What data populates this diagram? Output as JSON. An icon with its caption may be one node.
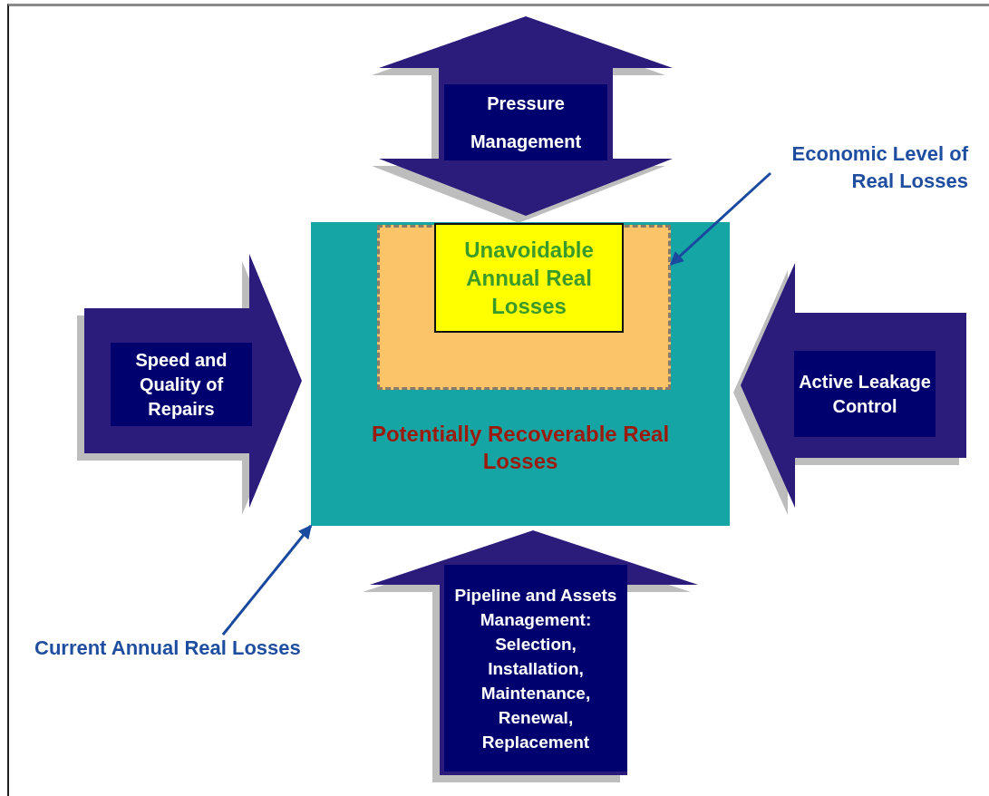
{
  "diagram": {
    "nodes": [
      {
        "text": [
          "Pressure Management"
        ]
      },
      {
        "text": [
          "Economic Level of Real Losses"
        ]
      },
      {
        "text": [
          "Potentially Recoverable Real Losses"
        ]
      },
      {
        "text": [],
        "shape": "box",
        "in": 2
      },
      {
        "text": [
          "Unavoidable Annual Real Losses"
        ],
        "in": 3
      },
      {
        "text": [
          "Speed and Quality of Repairs"
        ]
      },
      {
        "text": [
          "Active Leakage Control"
        ]
      },
      {
        "text": [
          "Current Annual Real Losses"
        ]
      },
      {
        "text": [
          "Pipeline and Assets Management: Selection, Installation, Maintenance, Renewal, Replacement"
        ]
      }
    ],
    "edges": [
      {
        "from": 1,
        "to": 3,
        "arrow": "to"
      },
      {
        "from": 7,
        "to": 2,
        "arrow": "to"
      }
    ]
  }
}
